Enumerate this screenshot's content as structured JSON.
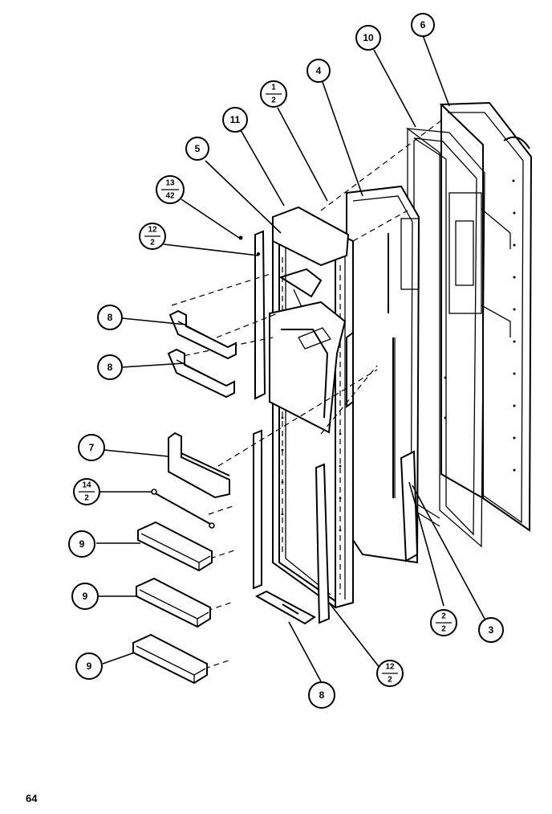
{
  "page_number": "64",
  "callouts": [
    {
      "id": "c6",
      "top": "6"
    },
    {
      "id": "c10",
      "top": "10"
    },
    {
      "id": "c4",
      "top": "4"
    },
    {
      "id": "c1-2",
      "top": "1",
      "bottom": "2"
    },
    {
      "id": "c11",
      "top": "11"
    },
    {
      "id": "c5",
      "top": "5"
    },
    {
      "id": "c13-42",
      "top": "13",
      "bottom": "42"
    },
    {
      "id": "c12-2a",
      "top": "12",
      "bottom": "2"
    },
    {
      "id": "c8a",
      "top": "8"
    },
    {
      "id": "c8b",
      "top": "8"
    },
    {
      "id": "c7",
      "top": "7"
    },
    {
      "id": "c14-2",
      "top": "14",
      "bottom": "2"
    },
    {
      "id": "c9a",
      "top": "9"
    },
    {
      "id": "c9b",
      "top": "9"
    },
    {
      "id": "c9c",
      "top": "9"
    },
    {
      "id": "c8c",
      "top": "8"
    },
    {
      "id": "c12-2b",
      "top": "12",
      "bottom": "2"
    },
    {
      "id": "c2-2",
      "top": "2",
      "bottom": "2"
    },
    {
      "id": "c3",
      "top": "3"
    }
  ]
}
